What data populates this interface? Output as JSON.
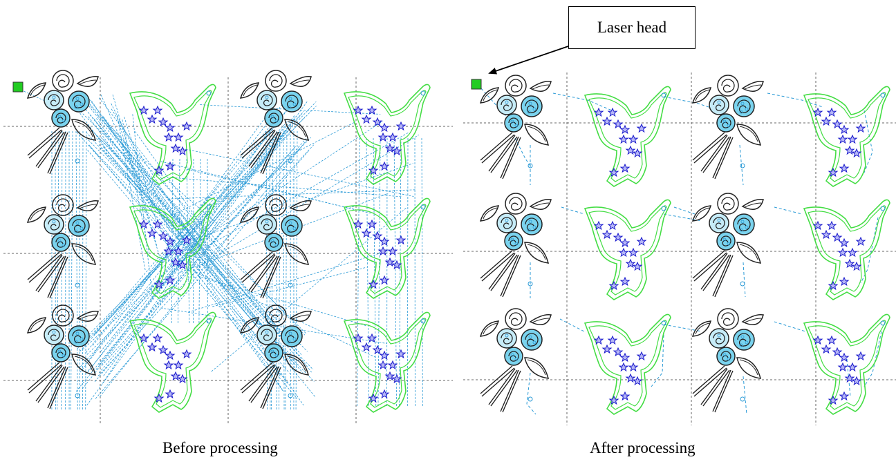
{
  "callout": {
    "label": "Laser head"
  },
  "captions": {
    "before": "Before processing",
    "after": "After processing"
  },
  "panels": [
    {
      "id": "before",
      "grid_cols": 4,
      "grid_rows": 3,
      "path_style": "unoptimized"
    },
    {
      "id": "after",
      "grid_cols": 4,
      "grid_rows": 3,
      "path_style": "optimized"
    }
  ],
  "shape_types": [
    "rose-bouquet",
    "dove-with-stars"
  ],
  "colors": {
    "laser_head": "#22cc22",
    "rose_outline": "#222222",
    "rose_fill": "#7ad3ee",
    "dove_outline": "#44dd44",
    "star": "#1a1acc",
    "path": "#2a9ad6",
    "grid": "#666666"
  }
}
